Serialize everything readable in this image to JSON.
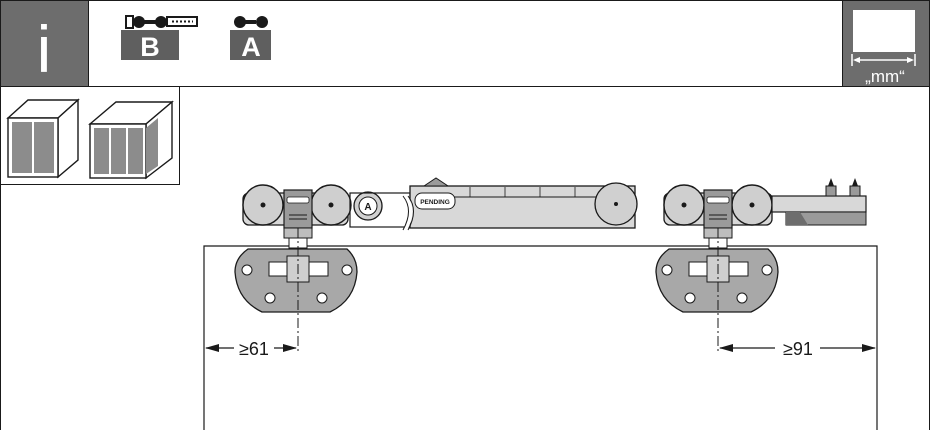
{
  "header": {
    "info_symbol": "i",
    "label_b": "B",
    "label_a": "A",
    "unit_label": "„mm“"
  },
  "dimensions": {
    "left": "≥61",
    "right": "≥91"
  },
  "colors": {
    "dark_gray": "#6d6d6d",
    "mid_gray": "#9a9a9a",
    "light_gray": "#cfcfcf",
    "line": "#1a1a1a",
    "label_bg": "#5f5f5f"
  },
  "icons": [
    "info-icon",
    "carrier-b-icon",
    "carrier-a-icon",
    "unit-dimension-icon",
    "cabinet-two-door-icon",
    "cabinet-three-door-icon"
  ]
}
